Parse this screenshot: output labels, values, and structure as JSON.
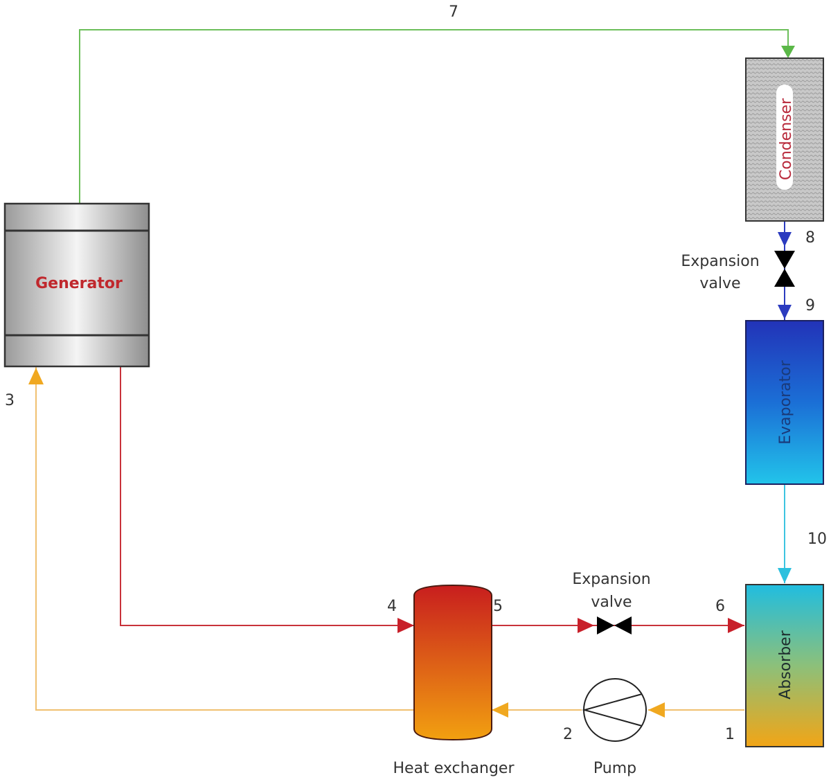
{
  "diagram": {
    "type": "absorption refrigeration cycle",
    "components": {
      "generator": "Generator",
      "condenser": "Condenser",
      "evaporator": "Evaporator",
      "absorber": "Absorber",
      "heat_exchanger": "Heat exchanger",
      "pump": "Pump",
      "expansion_valve_top_line1": "Expansion",
      "expansion_valve_top_line2": "valve",
      "expansion_valve_bottom_line1": "Expansion",
      "expansion_valve_bottom_line2": "valve"
    },
    "state_points": [
      "1",
      "2",
      "3",
      "4",
      "5",
      "6",
      "7",
      "8",
      "9",
      "10"
    ],
    "colors": {
      "vapor_line": "#6cbf5a",
      "hot_solution": "#c8323a",
      "weak_solution": "#f0a820",
      "refrigerant_liquid": "#2b3bbf",
      "refrigerant_vapor": "#3cc4e0"
    }
  }
}
